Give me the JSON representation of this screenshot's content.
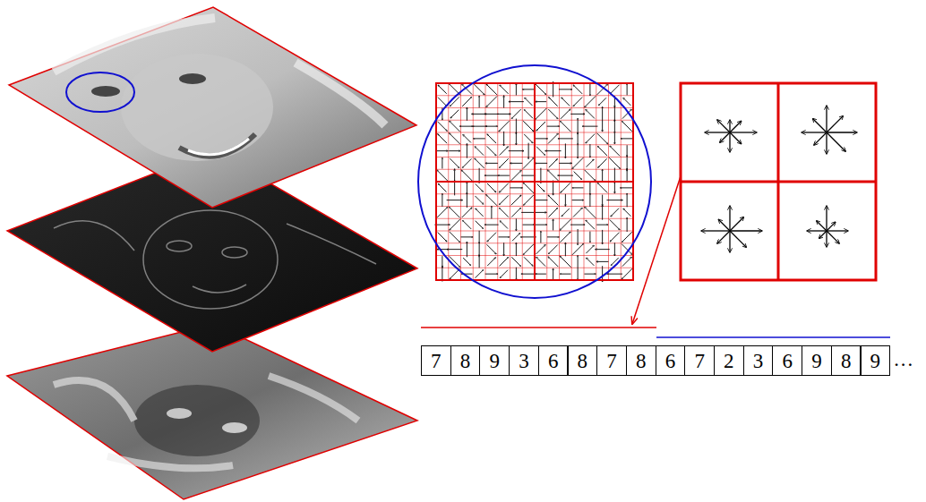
{
  "diagram": {
    "labels": [
      "7",
      "8",
      "9",
      "3",
      "6",
      "8",
      "7",
      "8",
      "6",
      "7",
      "2",
      "3",
      "6",
      "9",
      "8",
      "9",
      "···"
    ]
  }
}
